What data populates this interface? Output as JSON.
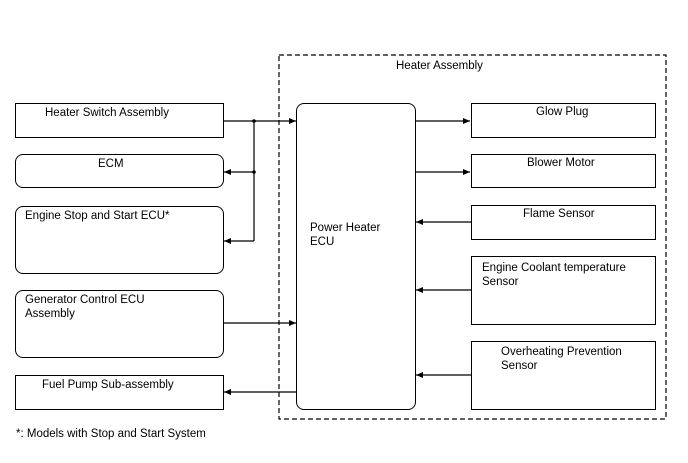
{
  "diagram": {
    "group_label": "Heater Assembly",
    "center": {
      "line1": "Power Heater",
      "line2": "ECU"
    },
    "left_blocks": {
      "heater_switch": "Heater Switch Assembly",
      "ecm": "ECM",
      "engine_stop_start": "Engine Stop and Start ECU*",
      "generator_control": {
        "line1": "Generator Control ECU",
        "line2": "Assembly"
      },
      "fuel_pump": "Fuel Pump Sub-assembly"
    },
    "right_blocks": {
      "glow_plug": "Glow Plug",
      "blower_motor": "Blower Motor",
      "flame_sensor": "Flame Sensor",
      "coolant_sensor": {
        "line1": "Engine Coolant temperature",
        "line2": "Sensor"
      },
      "overheating": {
        "line1": "Overheating Prevention",
        "line2": "Sensor"
      }
    },
    "footnote": "*: Models with Stop and Start System"
  }
}
